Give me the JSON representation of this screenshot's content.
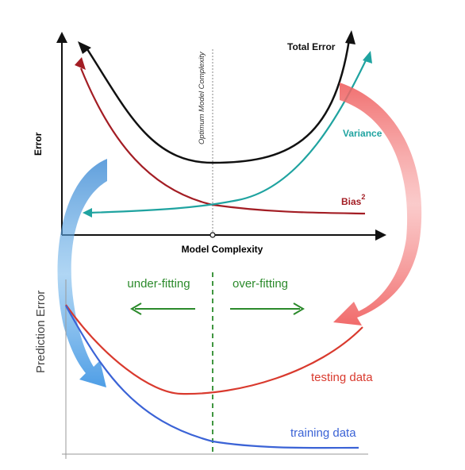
{
  "top_panel": {
    "y_axis_label": "Error",
    "x_axis_label": "Model Complexity",
    "optimum_label": "Optimum Model Complexity",
    "curves": {
      "total_error": {
        "label": "Total Error",
        "color": "#111111"
      },
      "variance": {
        "label": "Variance",
        "color": "#1fa3a0"
      },
      "bias": {
        "label": "Bias",
        "superscript": "2",
        "color": "#a31d24"
      }
    }
  },
  "bottom_panel": {
    "y_axis_label": "Prediction Error",
    "underfitting_label": "under-fitting",
    "overfitting_label": "over-fitting",
    "annotation_color": "#2b8a2b",
    "testing_label": "testing data",
    "testing_color": "#d93a2e",
    "training_label": "training data",
    "training_color": "#3b63d6"
  },
  "connector_arrows": {
    "left_color": "#5da0d9",
    "right_color": "#ef6a6a"
  }
}
